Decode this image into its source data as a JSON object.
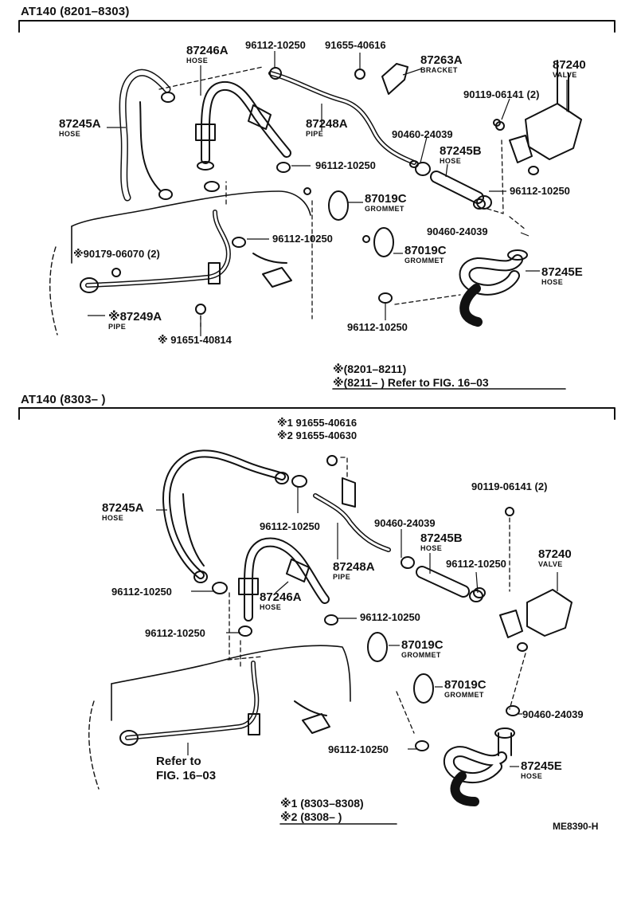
{
  "sections": [
    {
      "title": "AT140 (8201–8303)",
      "labels": [
        {
          "id": "a1",
          "part": "87245A",
          "desc": "HOSE"
        },
        {
          "id": "a2",
          "part": "87246A",
          "desc": "HOSE"
        },
        {
          "id": "a3",
          "part": "96112-10250",
          "desc": ""
        },
        {
          "id": "a4",
          "part": "91655-40616",
          "desc": ""
        },
        {
          "id": "a5",
          "part": "87263A",
          "desc": "BRACKET"
        },
        {
          "id": "a6",
          "part": "87240",
          "desc": "VALVE"
        },
        {
          "id": "a7",
          "part": "90119-06141 (2)",
          "desc": ""
        },
        {
          "id": "a8",
          "part": "87248A",
          "desc": "PIPE"
        },
        {
          "id": "a9",
          "part": "90460-24039",
          "desc": ""
        },
        {
          "id": "a10",
          "part": "87245B",
          "desc": "HOSE"
        },
        {
          "id": "a11",
          "part": "96112-10250",
          "desc": ""
        },
        {
          "id": "a12",
          "part": "96112-10250",
          "desc": ""
        },
        {
          "id": "a13",
          "part": "87019C",
          "desc": "GROMMET"
        },
        {
          "id": "a14",
          "part": "90460-24039",
          "desc": ""
        },
        {
          "id": "a15",
          "part": "※90179-06070 (2)",
          "desc": ""
        },
        {
          "id": "a16",
          "part": "96112-10250",
          "desc": ""
        },
        {
          "id": "a17",
          "part": "87019C",
          "desc": "GROMMET"
        },
        {
          "id": "a18",
          "part": "87245E",
          "desc": "HOSE"
        },
        {
          "id": "a19",
          "part": "※87249A",
          "desc": "PIPE"
        },
        {
          "id": "a20",
          "part": "96112-10250",
          "desc": ""
        },
        {
          "id": "a21",
          "part": "※ 91651-40814",
          "desc": ""
        }
      ],
      "notes": [
        "※(8201–8211)",
        "※(8211–        ) Refer to FIG. 16–03"
      ]
    },
    {
      "title": "AT140 (8303–        )",
      "labels": [
        {
          "id": "b1",
          "part": "※1 91655-40616",
          "desc": ""
        },
        {
          "id": "b2",
          "part": "※2 91655-40630",
          "desc": ""
        },
        {
          "id": "b3",
          "part": "87245A",
          "desc": "HOSE"
        },
        {
          "id": "b4",
          "part": "90119-06141 (2)",
          "desc": ""
        },
        {
          "id": "b5",
          "part": "96112-10250",
          "desc": ""
        },
        {
          "id": "b6",
          "part": "90460-24039",
          "desc": ""
        },
        {
          "id": "b7",
          "part": "87245B",
          "desc": "HOSE"
        },
        {
          "id": "b8",
          "part": "87248A",
          "desc": "PIPE"
        },
        {
          "id": "b9",
          "part": "96112-10250",
          "desc": ""
        },
        {
          "id": "b10",
          "part": "87240",
          "desc": "VALVE"
        },
        {
          "id": "b11",
          "part": "96112-10250",
          "desc": ""
        },
        {
          "id": "b12",
          "part": "87246A",
          "desc": "HOSE"
        },
        {
          "id": "b13",
          "part": "96112-10250",
          "desc": ""
        },
        {
          "id": "b14",
          "part": "96112-10250",
          "desc": ""
        },
        {
          "id": "b15",
          "part": "87019C",
          "desc": "GROMMET"
        },
        {
          "id": "b16",
          "part": "87019C",
          "desc": "GROMMET"
        },
        {
          "id": "b17",
          "part": "90460-24039",
          "desc": ""
        },
        {
          "id": "b18",
          "part": "96112-10250",
          "desc": ""
        },
        {
          "id": "b19",
          "part": "87245E",
          "desc": "HOSE"
        },
        {
          "id": "b20",
          "part": "Refer to",
          "desc": ""
        },
        {
          "id": "b21",
          "part": "FIG. 16–03",
          "desc": ""
        }
      ],
      "notes": [
        "※1 (8303–8308)",
        "※2 (8308–        )"
      ]
    }
  ],
  "figure_code": "ME8390-H"
}
